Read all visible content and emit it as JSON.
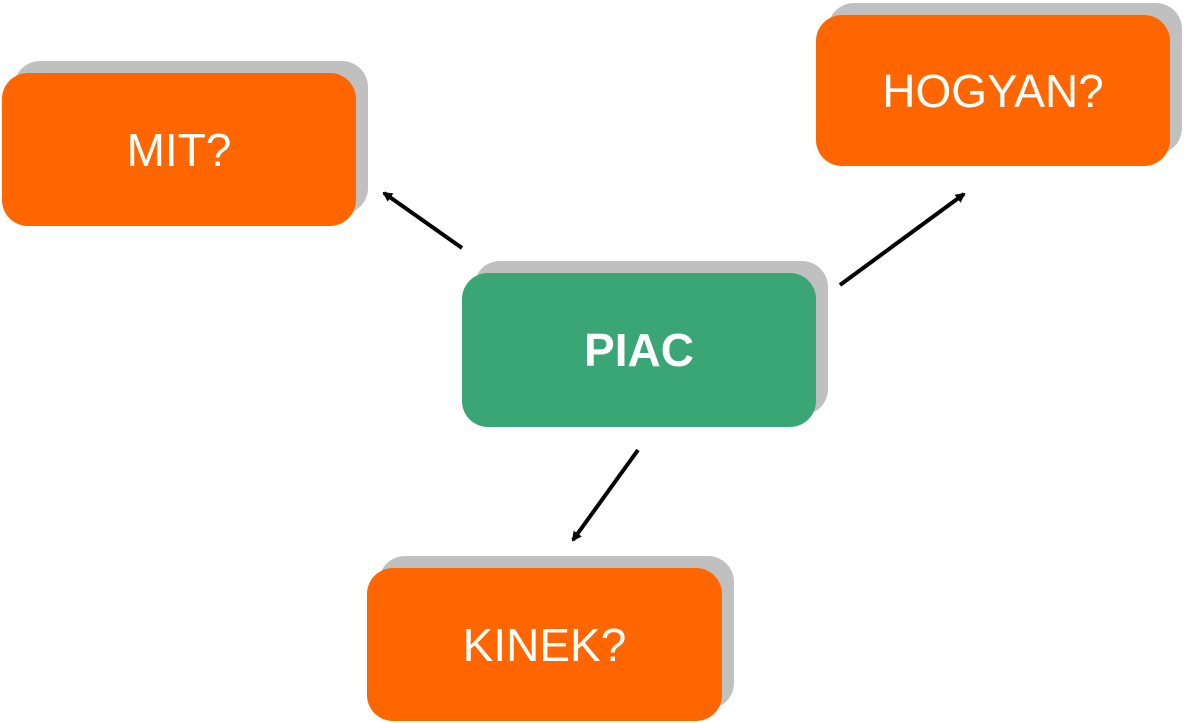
{
  "diagram": {
    "center": {
      "label": "PIAC"
    },
    "nodes": {
      "mit": {
        "label": "MIT?"
      },
      "hogyan": {
        "label": "HOGYAN?"
      },
      "kinek": {
        "label": "KINEK?"
      }
    }
  },
  "colors": {
    "question_box": "#ff6600",
    "center_box": "#3aa675",
    "shadow": "#c0c0c0",
    "text": "#ffffff",
    "arrow": "#000000"
  }
}
